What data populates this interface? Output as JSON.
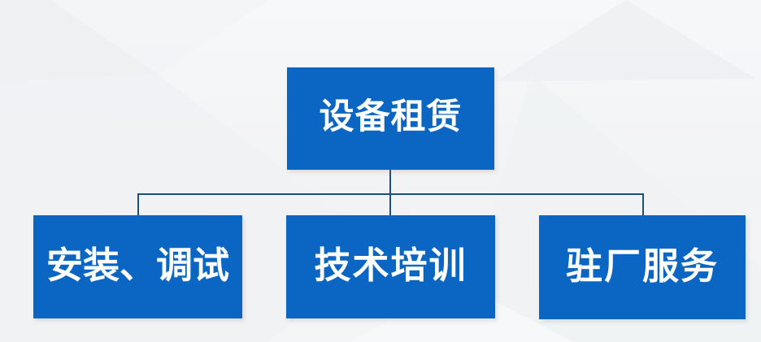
{
  "diagram": {
    "type": "org-chart",
    "root": {
      "label": "设备租赁"
    },
    "children": [
      {
        "label": "安装、调试"
      },
      {
        "label": "技术培训"
      },
      {
        "label": "驻厂服务"
      }
    ]
  },
  "colors": {
    "node_fill": "#0b66c3",
    "node_text": "#ffffff",
    "connector": "#1f4e79",
    "background_base": "#f4f5f6",
    "background_facet_dark": "#eceef0",
    "background_facet_light": "#f6f7f9"
  }
}
